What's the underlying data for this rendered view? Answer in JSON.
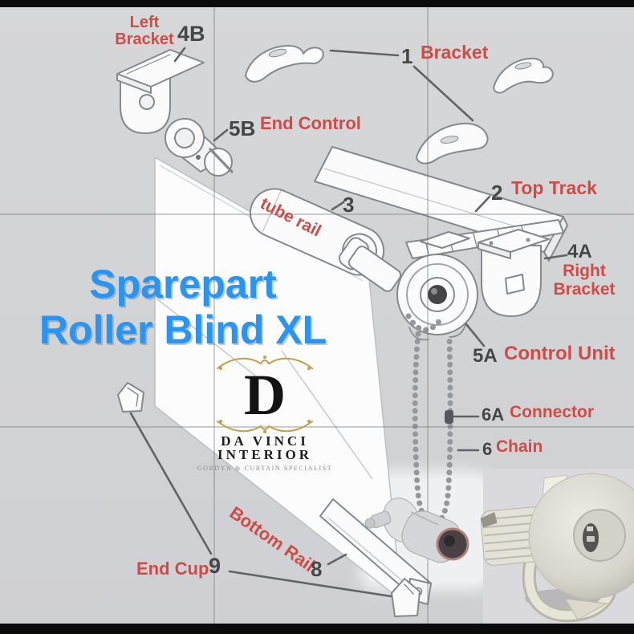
{
  "title": {
    "line1": "Sparepart",
    "line2": "Roller Blind XL"
  },
  "brand": {
    "monogram": "D",
    "name_line1": "DA VINCI",
    "name_line2": "INTERIOR",
    "tagline": "GORDYN & CURTAIN SPECIALIST"
  },
  "labels": {
    "left_bracket": {
      "num": "4B",
      "name": "Left Bracket"
    },
    "bracket": {
      "num": "1",
      "name": "Bracket"
    },
    "end_control": {
      "num": "5B",
      "name": "End Control"
    },
    "top_track": {
      "num": "2",
      "name": "Top Track"
    },
    "tube_rail": {
      "num": "3",
      "name": "tube rail"
    },
    "right_bracket": {
      "num": "4A",
      "name": "Right Bracket"
    },
    "control_unit": {
      "num": "5A",
      "name": "Control Unit"
    },
    "connector": {
      "num": "6A",
      "name": "Connector"
    },
    "chain": {
      "num": "6",
      "name": "Chain"
    },
    "bottom_rail": {
      "num": "8",
      "name": "Bottom Rail"
    },
    "end_cup": {
      "num": "9",
      "name": "End Cup"
    }
  },
  "colors": {
    "background": "#d3d4d6",
    "label_red": "#d14b46",
    "label_number_gray": "#46464a",
    "title_blue": "#2995f0",
    "brand_gold": "#c2a045",
    "sheet_white": "#fcfcfd",
    "line_gray": "#85898d"
  }
}
